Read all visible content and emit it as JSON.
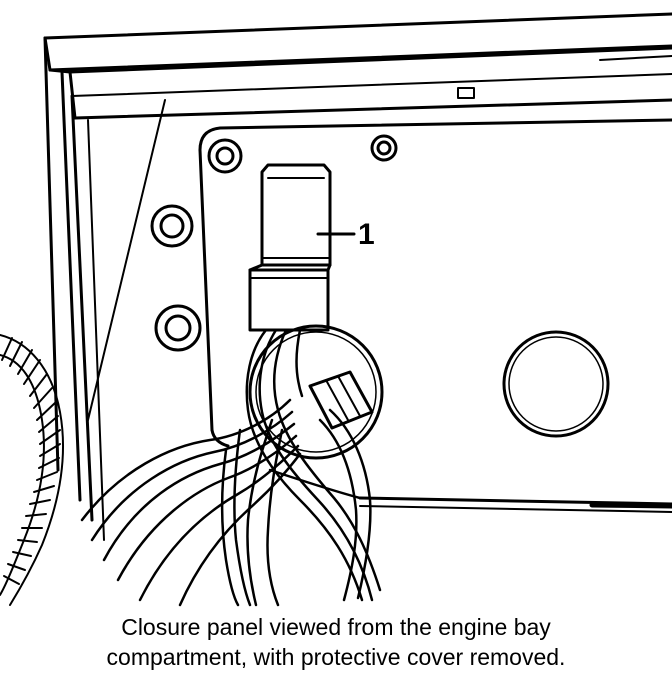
{
  "diagram": {
    "callout_label": "1",
    "line_color": "#000000",
    "background_color": "#ffffff"
  },
  "caption": {
    "line1": "Closure panel viewed from the engine bay",
    "line2": "compartment, with protective cover removed."
  }
}
